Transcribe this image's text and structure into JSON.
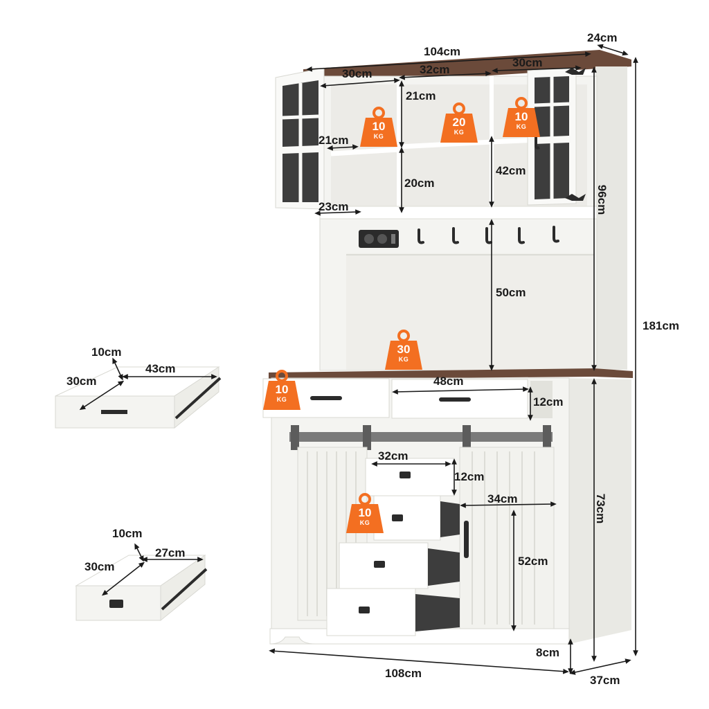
{
  "colors": {
    "cabinet": "#f4f4f1",
    "cabinet_shadow": "#dcdcd6",
    "wood_top": "#6b4a3a",
    "hardware": "#2b2b2b",
    "rail": "#7a7a7a",
    "badge": "#f36f21",
    "dimension_line": "#1a1a1a"
  },
  "dimensions": {
    "overall_width_top": "104cm",
    "depth_top": "24cm",
    "upper_left_width": "30cm",
    "upper_middle_width": "32cm",
    "upper_right_width": "30cm",
    "upper_shelf_height": "21cm",
    "upper_shelf_depth": "21cm",
    "lower_shelf_height": "20cm",
    "bottom_shelf_depth": "23cm",
    "cabinet_height": "42cm",
    "hutch_height": "96cm",
    "total_height": "181cm",
    "open_space_height": "50cm",
    "top_drawer_width": "48cm",
    "top_drawer_height": "12cm",
    "small_drawer_width": "32cm",
    "small_drawer_height": "12cm",
    "drawer_depth": "34cm",
    "door_cabinet_height": "52cm",
    "base_height": "73cm",
    "foot_height": "8cm",
    "overall_width_bottom": "108cm",
    "depth_bottom": "37cm",
    "big_drawer_height": "10cm",
    "big_drawer_depth": "30cm",
    "big_drawer_width": "43cm",
    "small_detail_height": "10cm",
    "small_detail_depth": "30cm",
    "small_detail_width": "27cm"
  },
  "load_badges": {
    "left_shelf": {
      "value": "10",
      "unit": "KG"
    },
    "middle_shelf": {
      "value": "20",
      "unit": "KG"
    },
    "right_shelf": {
      "value": "10",
      "unit": "KG"
    },
    "countertop": {
      "value": "30",
      "unit": "KG"
    },
    "top_drawer": {
      "value": "10",
      "unit": "KG"
    },
    "lower_drawer": {
      "value": "10",
      "unit": "KG"
    }
  }
}
